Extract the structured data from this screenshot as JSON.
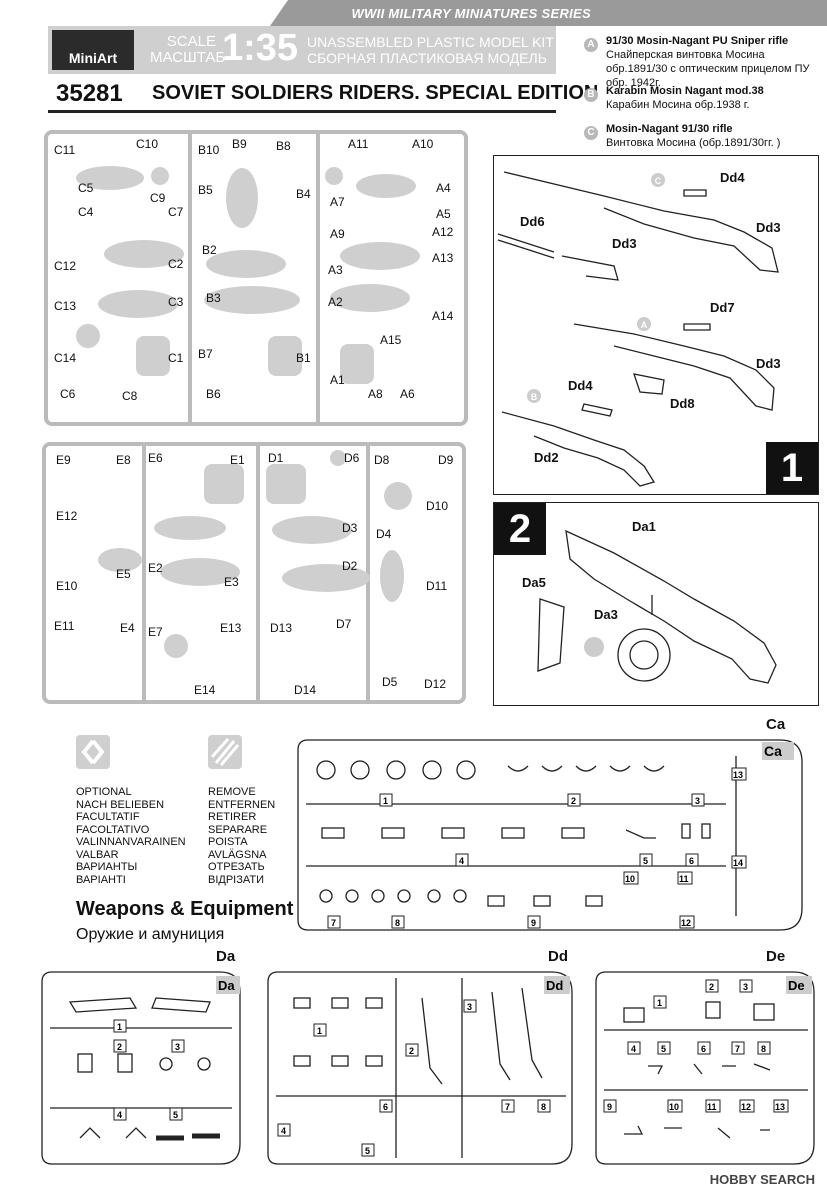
{
  "header": {
    "series": "WWII MILITARY MINIATURES SERIES",
    "brand": "MiniArt",
    "scale_label_en": "SCALE",
    "scale_label_ru": "МАСШТАБ",
    "scale_value": "1:35",
    "kit_type_en": "UNASSEMBLED PLASTIC MODEL KIT",
    "kit_type_ru": "СБОРНАЯ ПЛАСТИКОВАЯ МОДЕЛЬ",
    "kit_number": "35281",
    "kit_title": "SOVIET SOLDIERS RIDERS. SPECIAL EDITION"
  },
  "legend_weapons": [
    {
      "letter": "A",
      "title": "91/30 Mosin-Nagant PU Sniper rifle",
      "desc": "Снайперская винтовка Мосина обр.1891/30 с оптическим прицелом ПУ обр. 1942г."
    },
    {
      "letter": "B",
      "title": "Karabin Mosin Nagant mod.38",
      "desc": "Карабин Мосина обр.1938 г."
    },
    {
      "letter": "C",
      "title": "Mosin-Nagant 91/30 rifle",
      "desc": "Винтовка Мосина (обр.1891/30гг. )"
    }
  ],
  "step1": {
    "number": "1",
    "labels": [
      "Dd4",
      "Dd3",
      "Dd6",
      "Dd3",
      "Dd7",
      "Dd3",
      "Dd8",
      "Dd4",
      "Dd2"
    ],
    "markers": [
      "C",
      "A",
      "B"
    ]
  },
  "step2": {
    "number": "2",
    "labels": [
      "Da1",
      "Da5",
      "Da3"
    ]
  },
  "sprue_top_left": [
    "C11",
    "C10",
    "C5",
    "C9",
    "C4",
    "C7",
    "C12",
    "C2",
    "C13",
    "C3",
    "C14",
    "C1",
    "C6",
    "C8"
  ],
  "sprue_top_mid": [
    "B10",
    "B9",
    "B8",
    "B5",
    "B4",
    "B2",
    "B3",
    "B7",
    "B1",
    "B6"
  ],
  "sprue_top_right": [
    "A11",
    "A10",
    "A7",
    "A4",
    "A9",
    "A5",
    "A12",
    "A13",
    "A3",
    "A2",
    "A14",
    "A15",
    "A1",
    "A8",
    "A6"
  ],
  "sprue_bot_left": [
    "E9",
    "E8",
    "E6",
    "E1",
    "E12",
    "E5",
    "E2",
    "E3",
    "E10",
    "E11",
    "E4",
    "E7",
    "E13",
    "E14"
  ],
  "sprue_bot_right": [
    "D1",
    "D6",
    "D8",
    "D9",
    "D10",
    "D3",
    "D4",
    "D2",
    "D11",
    "D13",
    "D7",
    "D14",
    "D5",
    "D12"
  ],
  "legend_text": {
    "optional": [
      "OPTIONAL",
      "NACH BELIEBEN",
      "FACULTATIF",
      "FACOLTATIVO",
      "VALINNANVARAINEN",
      "VALBAR",
      "ВАРИАНТЫ",
      "ВАРІАНТІ"
    ],
    "remove": [
      "REMOVE",
      "ENTFERNEN",
      "RETIRER",
      "SEPARARE",
      "POISTA",
      "AVLÄGSNA",
      "ОТРЕЗАТЬ",
      "ВІДРІЗАТИ"
    ]
  },
  "weapons_title": "Weapons & Equipment",
  "weapons_title_ru": "Оружие и амуниция",
  "sprue_ca": {
    "tag": "Ca",
    "corner": "Ca",
    "nums": [
      "1",
      "2",
      "3",
      "4",
      "5",
      "6",
      "7",
      "8",
      "9",
      "10",
      "11",
      "12",
      "13",
      "14"
    ]
  },
  "sprue_da": {
    "tag": "Da",
    "corner": "Da",
    "nums": [
      "1",
      "2",
      "3",
      "4",
      "5"
    ]
  },
  "sprue_dd": {
    "tag": "Dd",
    "corner": "Dd",
    "nums": [
      "1",
      "2",
      "3",
      "4",
      "5",
      "6",
      "7",
      "8"
    ]
  },
  "sprue_de": {
    "tag": "De",
    "corner": "De",
    "nums": [
      "1",
      "2",
      "3",
      "4",
      "5",
      "6",
      "7",
      "8",
      "9",
      "10",
      "11",
      "12",
      "13"
    ]
  },
  "watermark": "HOBBY SEARCH"
}
